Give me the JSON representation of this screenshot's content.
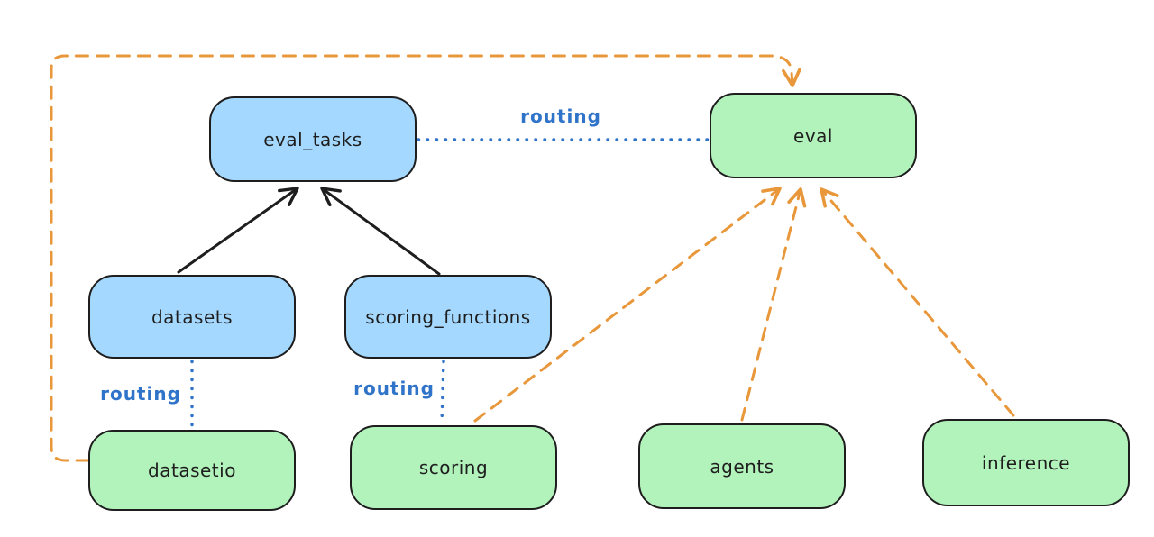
{
  "diagram": {
    "type": "architecture-diagram",
    "style": "hand-drawn",
    "background": "#ffffff",
    "colors": {
      "api_fill": "#a5d8ff",
      "provider_fill": "#b2f2bb",
      "stroke": "#1e1e1e",
      "routing_blue": "#2f74c9",
      "provider_orange": "#e8973a"
    },
    "nodes": [
      {
        "id": "eval_tasks",
        "label": "eval_tasks",
        "kind": "api"
      },
      {
        "id": "eval",
        "label": "eval",
        "kind": "provider"
      },
      {
        "id": "datasets",
        "label": "datasets",
        "kind": "api"
      },
      {
        "id": "scoring_functions",
        "label": "scoring_functions",
        "kind": "api"
      },
      {
        "id": "datasetio",
        "label": "datasetio",
        "kind": "provider"
      },
      {
        "id": "scoring",
        "label": "scoring",
        "kind": "provider"
      },
      {
        "id": "agents",
        "label": "agents",
        "kind": "provider"
      },
      {
        "id": "inference",
        "label": "inference",
        "kind": "provider"
      }
    ],
    "edges": [
      {
        "from": "datasets",
        "to": "eval_tasks",
        "style": "solid-arrow",
        "color": "black"
      },
      {
        "from": "scoring_functions",
        "to": "eval_tasks",
        "style": "solid-arrow",
        "color": "black"
      },
      {
        "from": "eval_tasks",
        "to": "eval",
        "style": "dotted",
        "color": "blue",
        "label": "routing"
      },
      {
        "from": "datasets",
        "to": "datasetio",
        "style": "dotted",
        "color": "blue",
        "label": "routing"
      },
      {
        "from": "scoring_functions",
        "to": "scoring",
        "style": "dotted",
        "color": "blue",
        "label": "routing"
      },
      {
        "from": "datasetio",
        "to": "eval",
        "style": "dashed-arrow",
        "color": "orange"
      },
      {
        "from": "scoring",
        "to": "eval",
        "style": "dashed-arrow",
        "color": "orange"
      },
      {
        "from": "agents",
        "to": "eval",
        "style": "dashed-arrow",
        "color": "orange"
      },
      {
        "from": "inference",
        "to": "eval",
        "style": "dashed-arrow",
        "color": "orange"
      }
    ]
  }
}
